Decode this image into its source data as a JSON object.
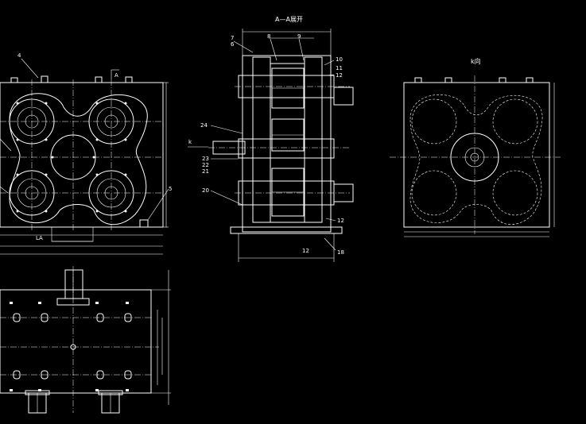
{
  "drawing": {
    "section_title": "A—A展开",
    "right_view_title": "k向",
    "left_section_mark": "A",
    "dim_bottom_left": "LA",
    "arrow_label_k": "k",
    "part_numbers": {
      "p4": "4",
      "p5": "5",
      "p6": "6",
      "p7": "7",
      "p8": "8",
      "p9": "9",
      "p10": "10",
      "p11": "11",
      "p12a": "12",
      "p12b": "12",
      "p12c": "12",
      "p18": "18",
      "p20": "20",
      "p21": "21",
      "p22": "22",
      "p23": "23",
      "p24": "24"
    }
  }
}
